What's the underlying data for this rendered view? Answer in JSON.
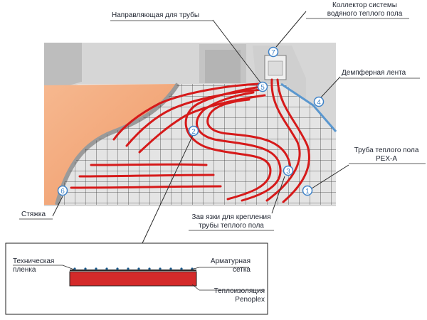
{
  "labels": {
    "collector": {
      "line1": "Коллектор системы",
      "line2": "водяного теплого пола"
    },
    "guide": "Направляющая для трубы",
    "damper": "Демпферная лента",
    "pipe": {
      "line1": "Труба теплого пола",
      "line2": "PEX-A"
    },
    "ties": {
      "line1": "Зав язки для крепления",
      "line2": "трубы теплого пола"
    },
    "screed": "Стяжка",
    "film": {
      "line1": "Техническая",
      "line2": "пленка"
    },
    "mesh": {
      "line1": "Арматурная",
      "line2": "сетка"
    },
    "insulation": {
      "line1": "Теплоизоляция",
      "line2": "Penoplex"
    }
  },
  "markers": [
    "1",
    "2",
    "3",
    "4",
    "5",
    "6",
    "7"
  ],
  "colors": {
    "pipe": "#d61a1a",
    "grid": "#3c3c3c",
    "screed": "#f2a679",
    "wall": "#c9c9c9",
    "marker_fill": "#ffffff",
    "marker_stroke": "#3e82c8",
    "insulation": "#d42a2a"
  }
}
